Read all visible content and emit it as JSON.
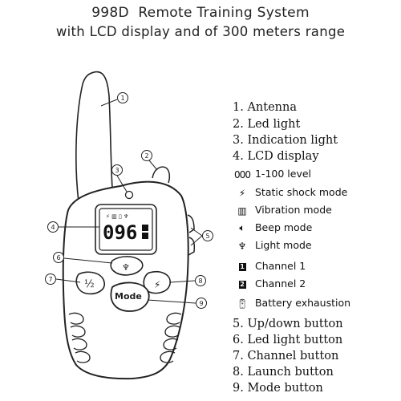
{
  "header": {
    "title": "998D  Remote Training System",
    "subtitle": "with LCD display and of 300 meters range"
  },
  "device": {
    "lcd_value": "096",
    "mode_button_label": "Mode",
    "half_button_label": "½",
    "callouts": [
      "1",
      "2",
      "3",
      "4",
      "5",
      "6",
      "7",
      "8",
      "9"
    ]
  },
  "legend": {
    "items_top": [
      "1. Antenna",
      "2. Led light",
      "3. Indication light",
      "4. LCD display"
    ],
    "level_icon": "000",
    "level": "1-100 level",
    "static": "Static shock mode",
    "vibration": "Vibration mode",
    "beep": "Beep mode",
    "light": "Light mode",
    "ch1_icon": "1",
    "channel1": "Channel 1",
    "ch2_icon": "2",
    "channel2": "Channel 2",
    "battery": "Battery exhaustion",
    "items_bottom": [
      "5. Up/down button",
      "6. Led light button",
      "7. Channel button",
      "8. Launch button",
      "9. Mode button"
    ]
  },
  "colors": {
    "ink": "#222222",
    "lcd_bg": "#ffffff",
    "black": "#111111"
  }
}
